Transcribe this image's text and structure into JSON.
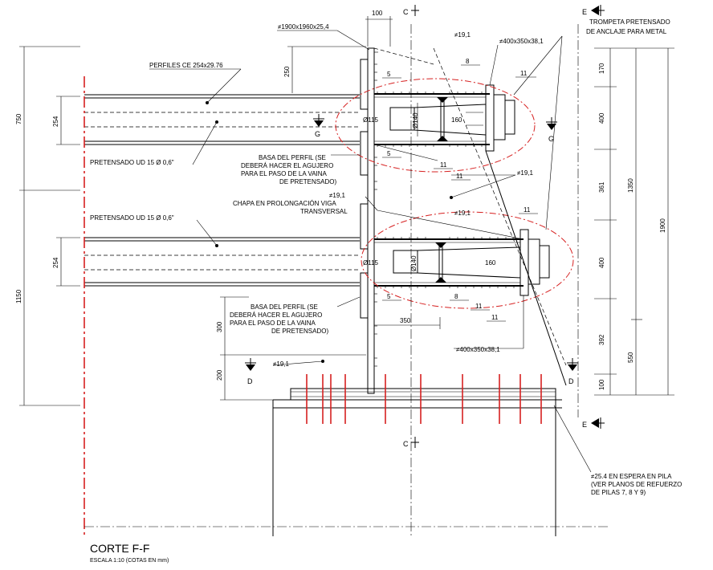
{
  "drawing": {
    "title": "CORTE F-F",
    "subtitle": "ESCALA 1:10 (COTAS EN mm)"
  },
  "section_markers": {
    "c_top": "C",
    "c_bottom": "C",
    "e_top": "E",
    "e_bottom": "E",
    "g_left": "G",
    "g_right": "G",
    "d_left": "D",
    "d_right": "D"
  },
  "labels": {
    "perfiles": "PERFILES CE 254x29.76",
    "pretensado_1": "PRETENSADO UD 15 Ø 0,6\"",
    "pretensado_2": "PRETENSADO UD 15 Ø 0,6\"",
    "base_perfil_1": [
      "BASA DEL PERFIL (SE",
      "DEBERÁ HACER EL AGUJERO",
      "PARA EL PASO DE LA VAINA",
      "DE PRETENSADO)"
    ],
    "base_perfil_2": [
      "BASA DEL PERFIL (SE",
      "DEBERÁ HACER EL AGUJERO",
      "PARA EL PASO DE LA VAINA",
      "DE PRETENSADO)"
    ],
    "chapa": [
      "CHAPA EN PROLONGACIÓN VIGA",
      "TRANSVERSAL"
    ],
    "plate_top": "≠1900x1960x25,4",
    "plate_anchor_top": "≠400x350x38,1",
    "plate_anchor_bottom": "≠400x350x38,1",
    "trompeta": [
      "TROMPETA PRETENSADO",
      "DE ANCLAJE PARA METAL"
    ],
    "espera": [
      "≠25.4 EN ESPERA EN PILA",
      "(VER PLANOS DE REFUERZO",
      "DE PILAS 7, 8 Y 9)"
    ],
    "plate_19_a": "≠19,1",
    "plate_19_b": "≠19,1",
    "plate_19_c": "≠19,1",
    "plate_19_d": "≠19,1",
    "plate_19_e": "≠19,1"
  },
  "dimensions": {
    "d100_top": "100",
    "d750": "750",
    "d1150": "1150",
    "d254_a": "254",
    "d254_b": "254",
    "d250": "250",
    "d300": "300",
    "d200": "200",
    "d350": "350",
    "d170": "170",
    "d400_a": "400",
    "d361": "361",
    "d400_b": "400",
    "d392": "392",
    "d100_bottom": "100",
    "d1350": "1350",
    "d550": "550",
    "d1900": "1900",
    "dia115_a": "Ø115",
    "dia115_b": "Ø115",
    "dia140_a": "Ø140",
    "dia140_b": "Ø140",
    "d160_a": "160",
    "d160_b": "160"
  },
  "weld_symbols": {
    "w5_a": "5",
    "w5_b": "5",
    "w5_c": "5",
    "w8_a": "8",
    "w8_b": "8",
    "w11_a": "11",
    "w11_b": "11",
    "w11_c": "11",
    "w11_d": "11",
    "w11_e": "11",
    "w11_f": "11"
  }
}
